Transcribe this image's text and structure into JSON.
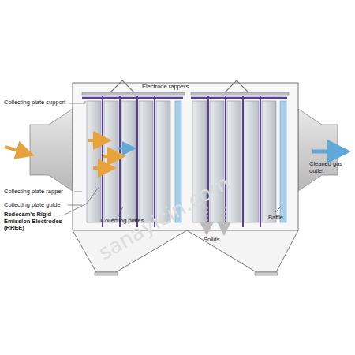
{
  "diagram": {
    "labels": [
      "Collecting plate support",
      "Electrode rappers",
      "Collecting plate rapper",
      "Collecting plate guide",
      "Redecam's Rigid Emission Electrodes (RREE)",
      "Collecting plates",
      "Solids",
      "Baffle",
      "Cleaned gas outlet",
      "sanayicin.com"
    ]
  }
}
